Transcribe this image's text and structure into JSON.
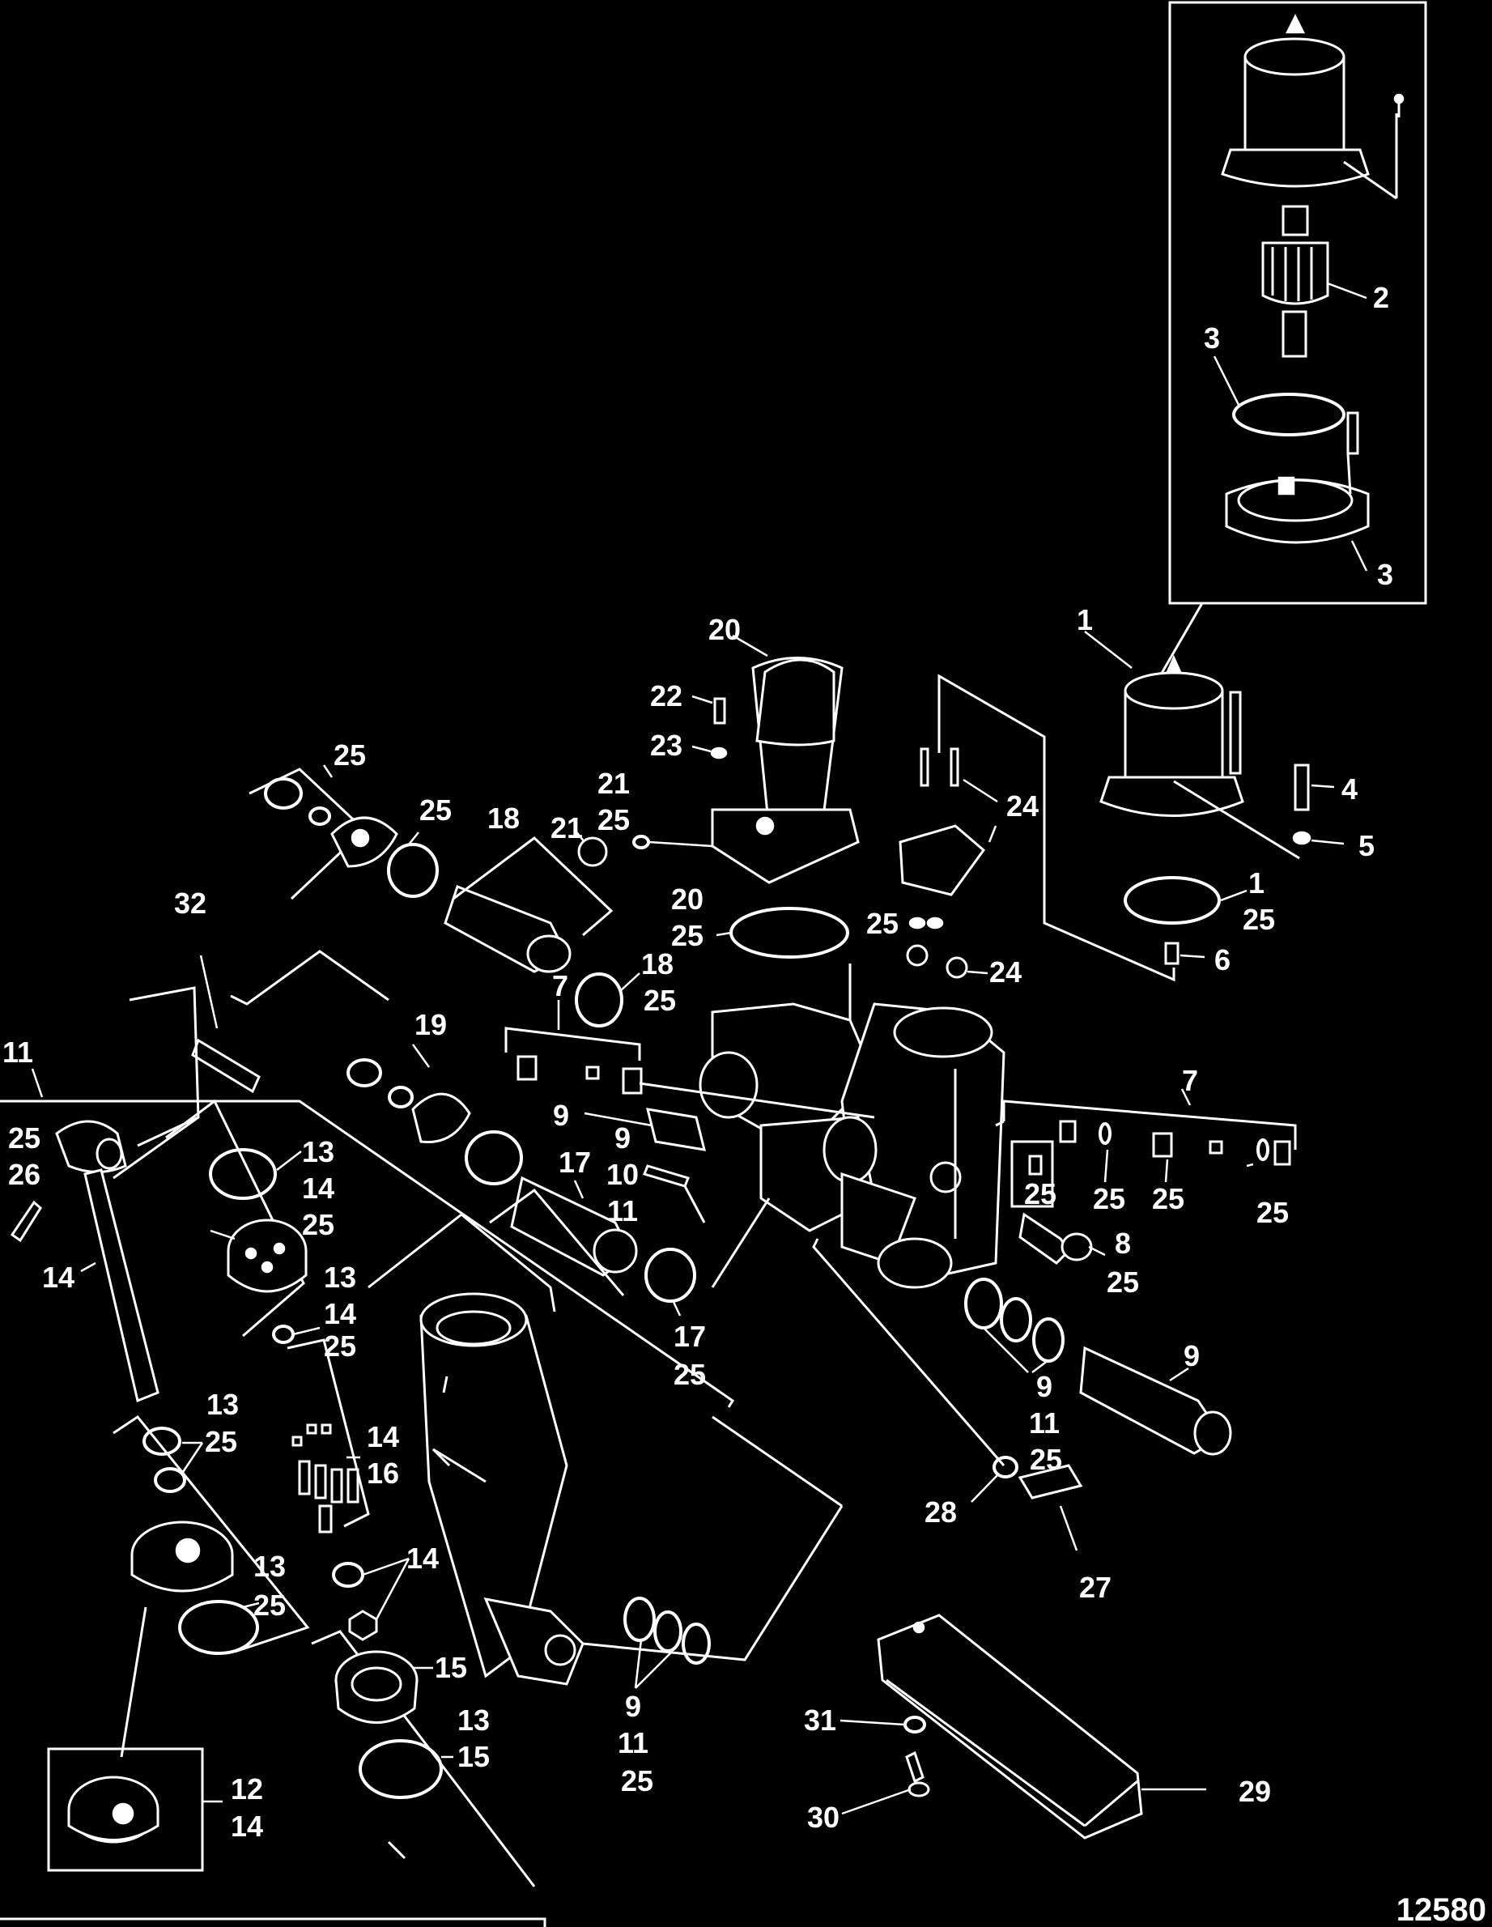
{
  "figure_number": "12580",
  "callouts": {
    "c1_top": "1",
    "c2": "2",
    "c3_ring": "3",
    "c3_base": "3",
    "c1_25": [
      "1",
      "25"
    ],
    "c4": "4",
    "c5": "5",
    "c6": "6",
    "c7_left": "7",
    "c7_right": "7",
    "c8_25": [
      "8",
      "25"
    ],
    "c9_sleeve": "9",
    "c9_10_11": [
      "9",
      "10",
      "11"
    ],
    "c9_pin": "9",
    "c9_11_25_rings": [
      "9",
      "11",
      "25"
    ],
    "c9_11_25_bottom": [
      "9",
      "11",
      "25"
    ],
    "c11_frame": "11",
    "c12_14": [
      "12",
      "14"
    ],
    "c13_14_25_top": [
      "13",
      "14",
      "25"
    ],
    "c13_14_25_mid": [
      "13",
      "14",
      "25"
    ],
    "c13_25_a": [
      "13",
      "25"
    ],
    "c13_25_b": [
      "13",
      "25"
    ],
    "c13_15": [
      "13",
      "15"
    ],
    "c14_rod": "14",
    "c14_16": [
      "14",
      "16"
    ],
    "c14_nut": "14",
    "c15": "15",
    "c17": "17",
    "c17_25": [
      "17",
      "25"
    ],
    "c18": "18",
    "c18_25": [
      "18",
      "25"
    ],
    "c19": "19",
    "c20": "20",
    "c20_25": [
      "20",
      "25"
    ],
    "c21": "21",
    "c21_25": [
      "21",
      "25"
    ],
    "c22": "22",
    "c23": "23",
    "c24_top": "24",
    "c24_bottom": "24",
    "c25_top": "25",
    "c25_seal": "25",
    "c25_valve": "25",
    "c25_r1": "25",
    "c25_r2": "25",
    "c25_r3": "25",
    "c25_r4": "25",
    "c25_26": [
      "25",
      "26"
    ],
    "c27": "27",
    "c28": "28",
    "c29": "29",
    "c30": "30",
    "c31": "31",
    "c32": "32"
  }
}
